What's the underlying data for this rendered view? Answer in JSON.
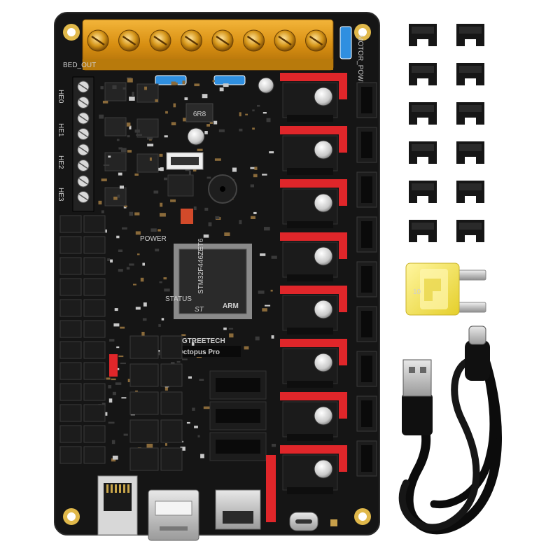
{
  "board": {
    "brand": "BIGTREETECH",
    "model": "Octopus Pro",
    "mcu_label": "STM32F446ZET6",
    "mcu_brand": "ST",
    "mcu_arm": "ARM",
    "inductor_label": "6R8",
    "hearter_labels": [
      "HE0",
      "HE1",
      "HE2",
      "HE3"
    ],
    "bed_label": "BED_OUT",
    "motor_power_label": "MOTOR_POWER",
    "power_label": "POWER",
    "status_label": "STATUS"
  },
  "accessories": {
    "jumper_count": 12,
    "fuse_label": "10"
  },
  "colors": {
    "pcb": "#141414",
    "terminal": "#d99a16",
    "driver_header": "#e0262a",
    "fuse_yellow": "#f2e24a",
    "fuse_blue": "#2f8fe0",
    "cable": "#0c0c0c"
  }
}
